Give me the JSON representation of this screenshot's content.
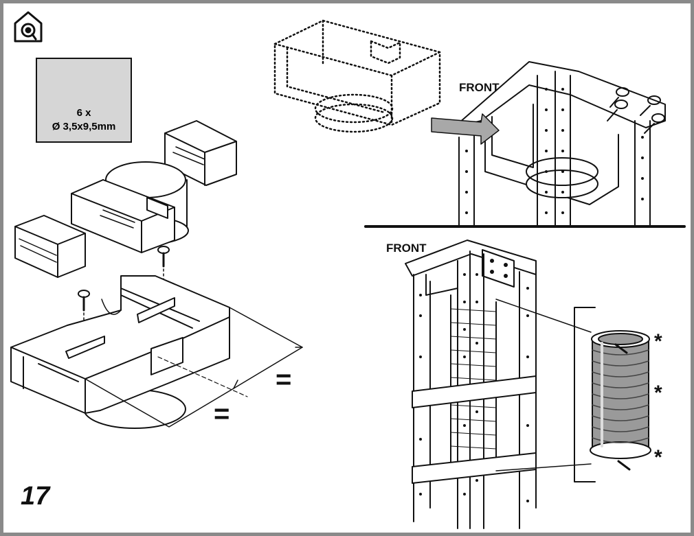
{
  "figure": {
    "step_number": "17",
    "label_front_top": "FRONT",
    "label_front_bottom": "FRONT",
    "screw_spec": {
      "quantity": "6 x",
      "size": "Ø 3,5x9,5mm"
    },
    "equal_marks": [
      "=",
      "="
    ],
    "asterisks": [
      "*",
      "*",
      "*"
    ],
    "icons": [
      "home-install-icon",
      "screw-icon"
    ]
  }
}
